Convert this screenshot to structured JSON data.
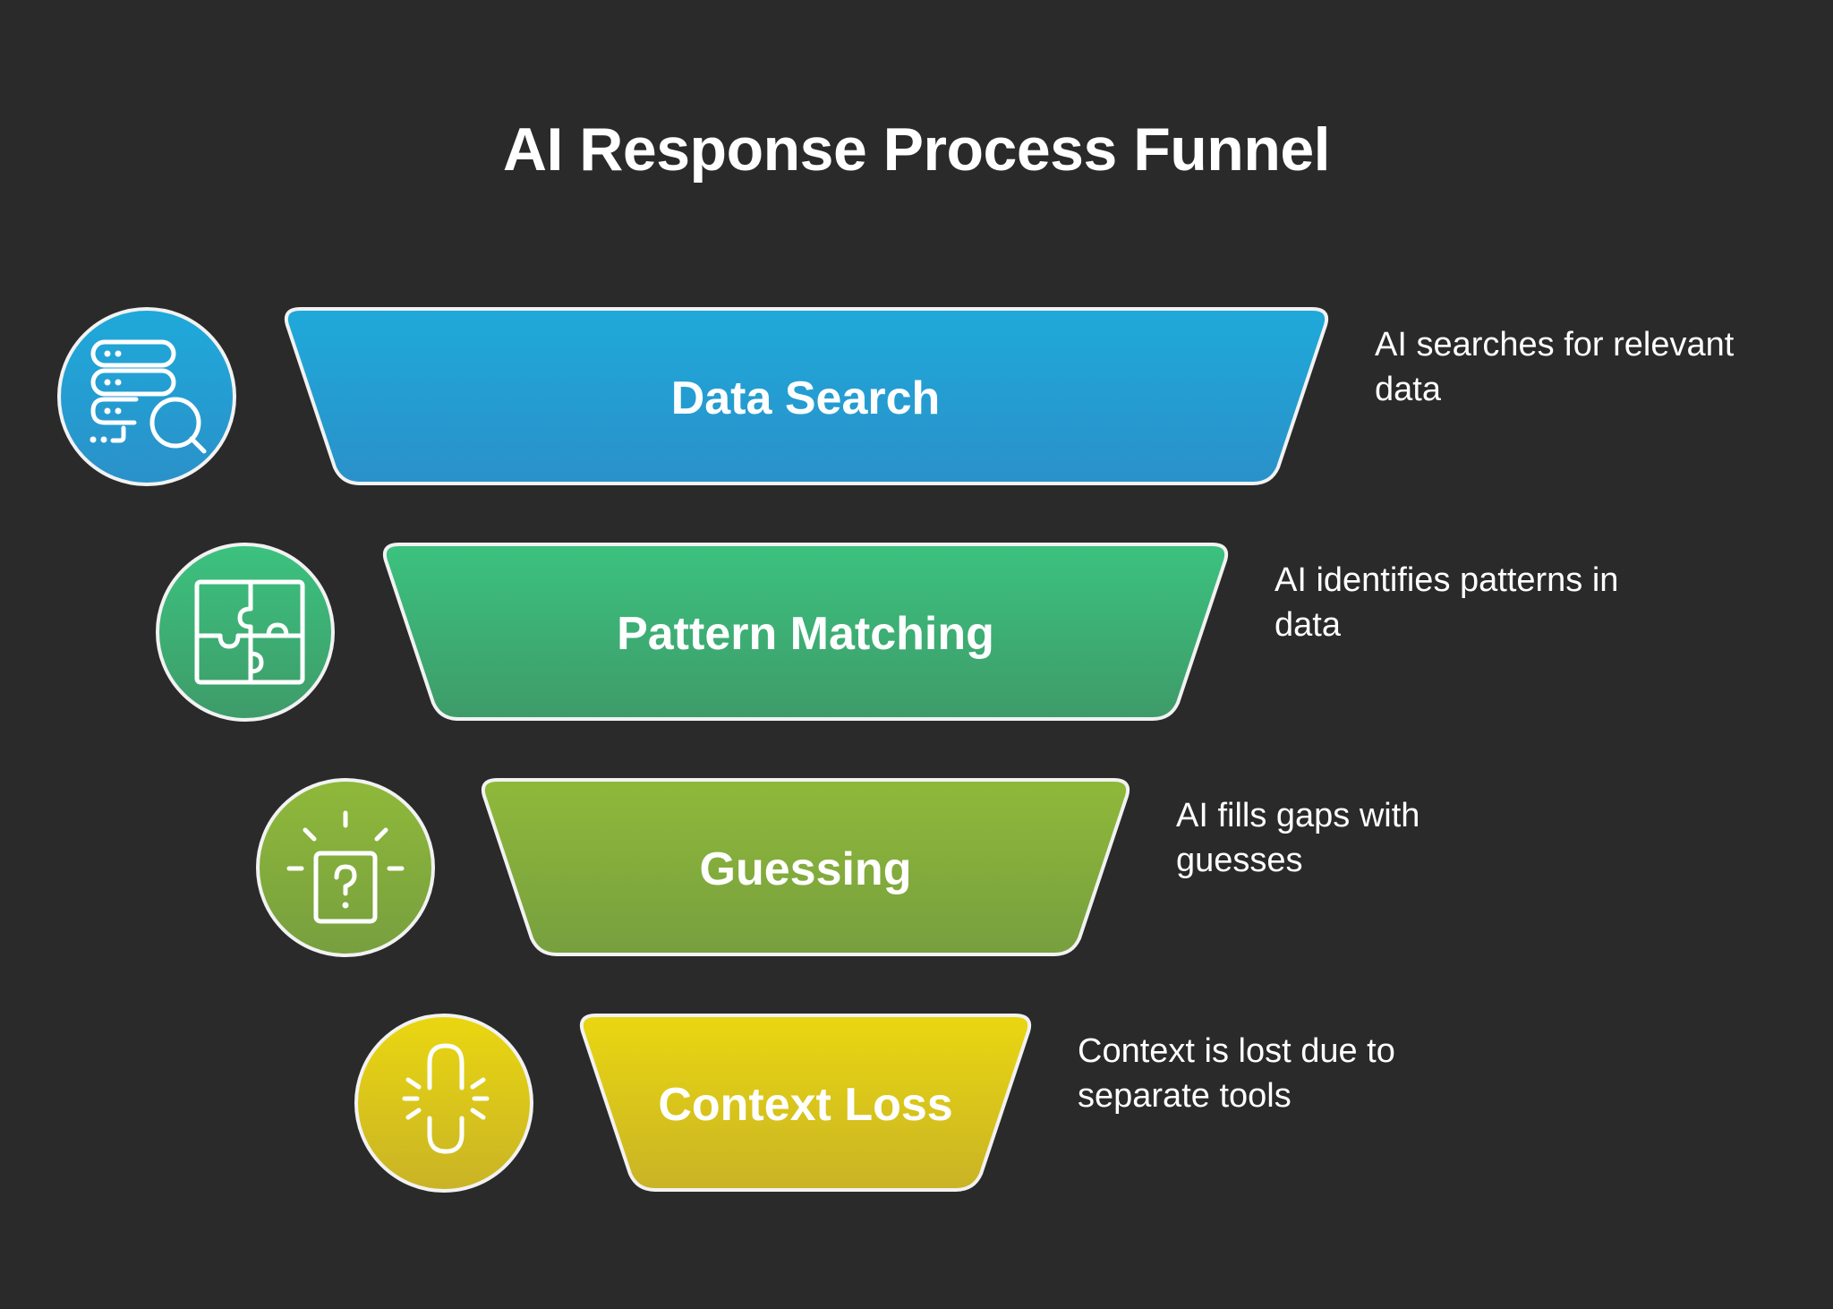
{
  "title": "AI Response Process Funnel",
  "colors": {
    "background": "#2b2a2b",
    "outline": "#f2f2f2"
  },
  "stages": [
    {
      "label": "Data Search",
      "icon": "database-search-icon",
      "description_lines": [
        "AI searches for relevant",
        "data"
      ],
      "color_top": "#1fa9da",
      "color_bottom": "#2a91c9"
    },
    {
      "label": "Pattern Matching",
      "icon": "puzzle-icon",
      "description_lines": [
        "AI identifies patterns in",
        "data"
      ],
      "color_top": "#3cc27f",
      "color_bottom": "#3e9b69"
    },
    {
      "label": "Guessing",
      "icon": "question-idea-icon",
      "description_lines": [
        "AI fills gaps with",
        "guesses"
      ],
      "color_top": "#8fb93a",
      "color_bottom": "#779f3f"
    },
    {
      "label": "Context Loss",
      "icon": "broken-link-icon",
      "description_lines": [
        "Context is lost due to",
        "separate tools"
      ],
      "color_top": "#ead710",
      "color_bottom": "#c9b326"
    }
  ]
}
